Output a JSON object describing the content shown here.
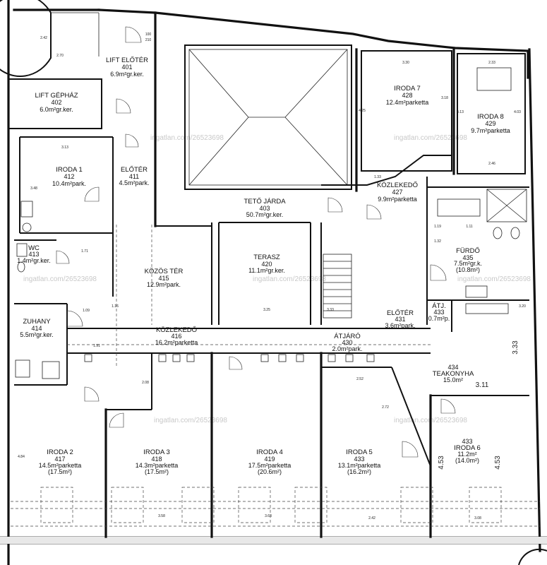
{
  "rooms": [
    {
      "name": "LIFT ELŐTÉR",
      "no": "401",
      "area": "6.9m²gr.ker."
    },
    {
      "name": "LIFT GÉPHÁZ",
      "no": "402",
      "area": "6.0m²gr.ker."
    },
    {
      "name": "IRODA 1",
      "no": "412",
      "area": "10.4m²park."
    },
    {
      "name": "ELŐTÉR",
      "no": "411",
      "area": "4.5m²park."
    },
    {
      "name": "TETŐ JÁRDA",
      "no": "403",
      "area": "50.7m²gr.ker."
    },
    {
      "name": "IRODA 7",
      "no": "428",
      "area": "12.4m²parketta"
    },
    {
      "name": "IRODA 8",
      "no": "429",
      "area": "9.7m²parketta"
    },
    {
      "name": "KÖZLEKEDŐ",
      "no": "427",
      "area": "9.9m²parketta"
    },
    {
      "name": "FÜRDŐ",
      "no": "435",
      "area": "7.5m²gr.k.",
      "area2": "(10.8m²)"
    },
    {
      "name": "WC",
      "no": "413",
      "area": "1.4m²gr.ker."
    },
    {
      "name": "KÖZÖS TÉR",
      "no": "415",
      "area": "12.9m²park."
    },
    {
      "name": "TERASZ",
      "no": "420",
      "area": "11.1m²gr.ker."
    },
    {
      "name": "ZUHANY",
      "no": "414",
      "area": "5.5m²gr.ker."
    },
    {
      "name": "KÖZLEKEDŐ",
      "no": "416",
      "area": "16.2m²parketta"
    },
    {
      "name": "ELŐTÉR",
      "no": "431",
      "area": "3.6m²park."
    },
    {
      "name": "ÁTJ.",
      "no": "433",
      "area": "0.7m²p."
    },
    {
      "name": "ÁTJÁRÓ",
      "no": "430",
      "area": "2.0m²park."
    },
    {
      "name": "TEAKONYHA",
      "no": "434",
      "area": "15.0m²"
    },
    {
      "name": "IRODA 2",
      "no": "417",
      "area": "14.5m²parketta",
      "area2": "(17.5m²)"
    },
    {
      "name": "IRODA 3",
      "no": "418",
      "area": "14.3m²parketta",
      "area2": "(17.5m²)"
    },
    {
      "name": "IRODA 4",
      "no": "419",
      "area": "17.5m²parketta",
      "area2": "(20.6m²)"
    },
    {
      "name": "IRODA 5",
      "no": "433",
      "area": "13.1m²parketta",
      "area2": "(16.2m²)"
    },
    {
      "name": "IRODA 6",
      "no": "433",
      "area": "11.2m²",
      "area2": "(14.0m²)"
    }
  ],
  "dims": [
    "2.42",
    "2.70",
    "100",
    "210",
    "3.13",
    "3.48",
    "3.30",
    "3.18",
    "4.25",
    "2.33",
    "4.13",
    "4.03",
    "1.33",
    "2.46",
    "1.19",
    "1.11",
    "1.32",
    "1.71",
    "1.16",
    "3.20",
    "3.25",
    "3.33",
    "1.09",
    "1.91",
    "2.08",
    "2.52",
    "2.72",
    "3.11",
    "3.58",
    "3.63",
    "3.08",
    "4.84",
    "4.53",
    "4.53",
    "2.42"
  ],
  "big_dims": [
    "3.33",
    "3.11",
    "4.53",
    "4.53"
  ],
  "watermark": "ingatlan.com/26523698"
}
